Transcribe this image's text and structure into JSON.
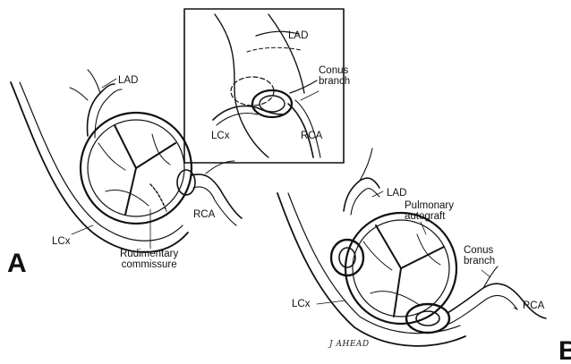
{
  "labels": {
    "inset": {
      "lad": "LAD",
      "conus_branch": "Conus\nbranch",
      "lcx": "LCx",
      "rca": "RCA"
    },
    "panel_a": {
      "letter": "A",
      "lad": "LAD",
      "rca": "RCA",
      "lcx": "LCx",
      "rudimentary_commissure": "Rudimentary\ncommissure"
    },
    "panel_b": {
      "letter": "B",
      "lad": "LAD",
      "pulmonary_autograft": "Pulmonary\nautograft",
      "conus_branch": "Conus\nbranch",
      "lcx": "LCx",
      "rca": "RCA"
    },
    "signature": "J AHEAD"
  }
}
